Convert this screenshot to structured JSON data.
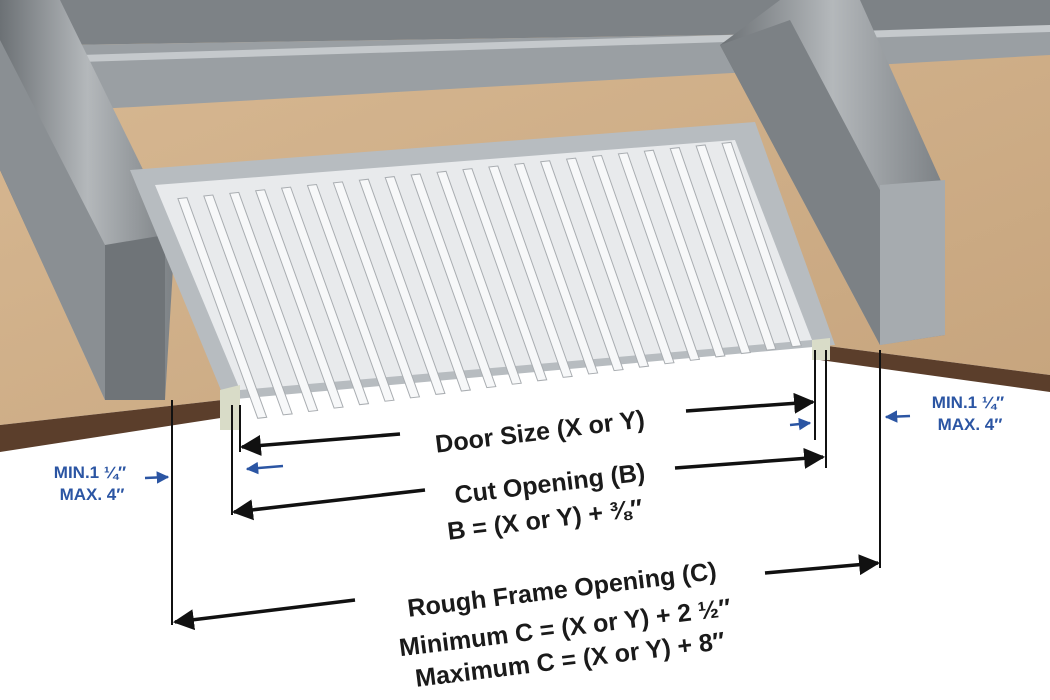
{
  "labels": {
    "door_size": "Door Size (X or Y)",
    "cut_opening": "Cut Opening (B)",
    "cut_formula": "B = (X or Y) + ⅜″",
    "rough_frame": "Rough Frame Opening (C)",
    "rough_min": "Minimum C = (X or Y) + 2 ½″",
    "rough_max": "Maximum C = (X or Y) + 8″",
    "left_min": "MIN.1 ¼″",
    "left_max": "MAX. 4″",
    "right_min": "MIN.1 ¼″",
    "right_max": "MAX. 4″"
  },
  "colors": {
    "plywood": "#cfae87",
    "floor_edge": "#5b3e2b",
    "steel": "#8e9397",
    "dimension_blue": "#2b55a3",
    "text": "#1a1a1a"
  }
}
